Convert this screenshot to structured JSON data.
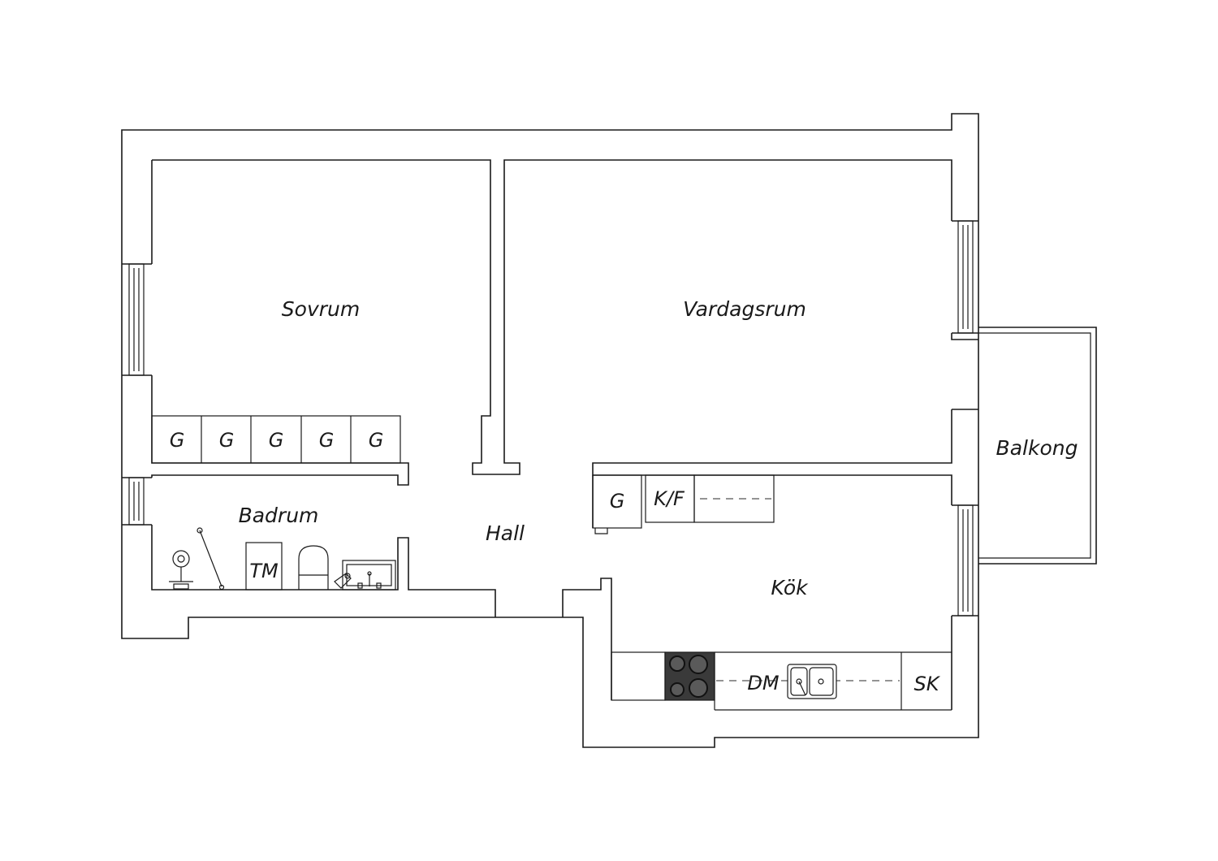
{
  "rooms": {
    "sovrum": "Sovrum",
    "vardagsrum": "Vardagsrum",
    "balkong": "Balkong",
    "badrum": "Badrum",
    "hall": "Hall",
    "kok": "Kök"
  },
  "fixtures": {
    "wardrobe": "G",
    "washer": "TM",
    "fridge_freezer": "K/F",
    "dishwasher": "DM",
    "cabinet": "SK"
  },
  "colors": {
    "line": "#1a1a1a",
    "background": "#ffffff",
    "stove": "#3a3a3a"
  }
}
